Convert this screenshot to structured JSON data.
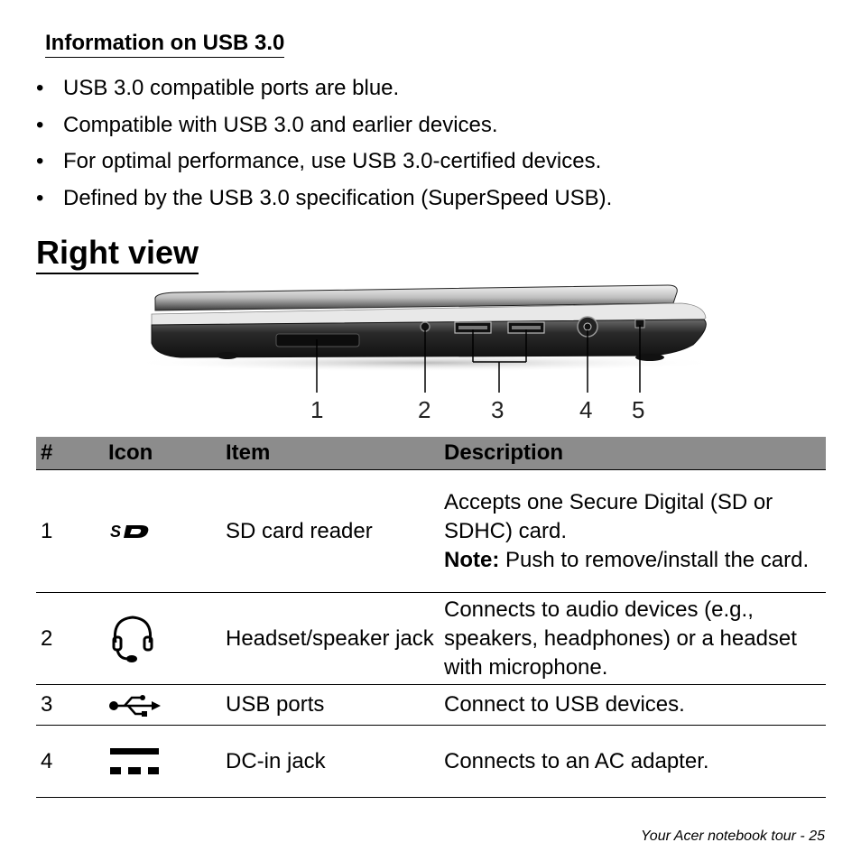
{
  "usb_section": {
    "heading": "Information on USB 3.0",
    "bullets": [
      "USB 3.0 compatible ports are blue.",
      "Compatible with USB 3.0 and earlier devices.",
      "For optimal performance, use USB 3.0-certified devices.",
      "Defined by the USB 3.0 specification (SuperSpeed USB)."
    ],
    "bullet_char": "•"
  },
  "right_view": {
    "heading": "Right view",
    "callouts": [
      "1",
      "2",
      "3",
      "4",
      "5"
    ]
  },
  "table": {
    "headers": {
      "num": "#",
      "icon": "Icon",
      "item": "Item",
      "description": "Description"
    },
    "rows": [
      {
        "num": "1",
        "icon": "sd-card-icon",
        "item": "SD card reader",
        "description_line1": "Accepts one Secure Digital (SD or SDHC) card.",
        "note_label": "Note:",
        "note_text": " Push to remove/install the card."
      },
      {
        "num": "2",
        "icon": "headset-icon",
        "item": "Headset/speaker jack",
        "description": "Connects to audio devices (e.g., speakers, headphones) or a headset with microphone."
      },
      {
        "num": "3",
        "icon": "usb-icon",
        "item": "USB ports",
        "description": "Connect to USB devices."
      },
      {
        "num": "4",
        "icon": "dc-in-icon",
        "item": "DC-in jack",
        "description": "Connects to an AC adapter."
      }
    ]
  },
  "footer": {
    "text": "Your Acer notebook tour -  25"
  }
}
